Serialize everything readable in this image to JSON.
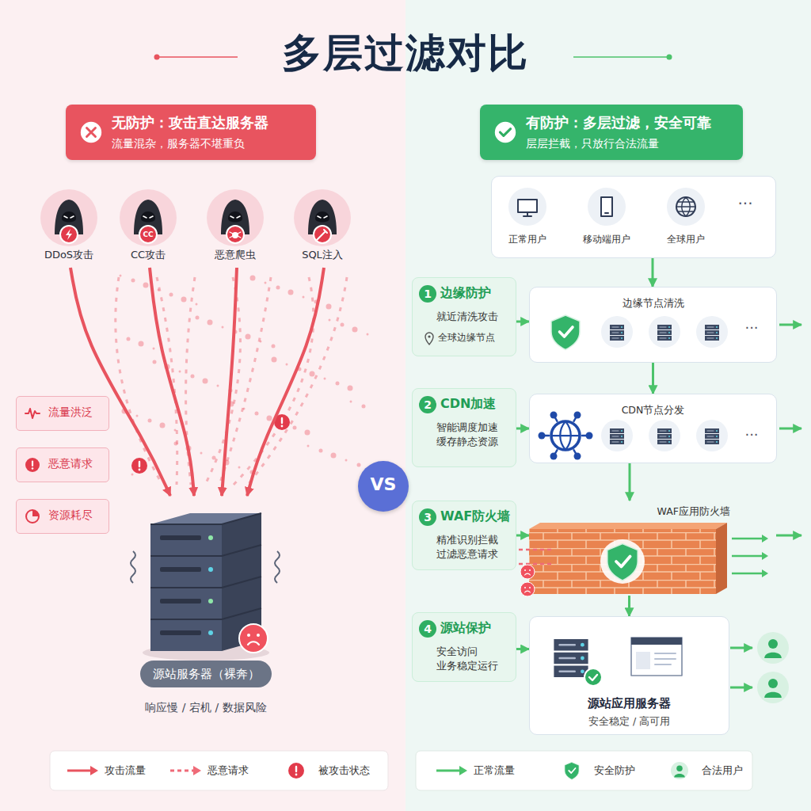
{
  "diagram": {
    "title": "多层过滤对比",
    "nodes": [
      {
        "text": [
          "无防护：攻击直达服务器",
          "流量混杂，服务器不堪重负"
        ]
      },
      {
        "text": [
          "DDoS攻击"
        ]
      },
      {
        "text": [
          "CC攻击"
        ]
      },
      {
        "text": [
          "恶意爬虫"
        ]
      },
      {
        "text": [
          "SQL注入"
        ]
      },
      {
        "text": [
          "流量洪泛"
        ]
      },
      {
        "text": [
          "恶意请求"
        ]
      },
      {
        "text": [
          "资源耗尽"
        ]
      },
      {
        "text": [
          "源站服务器（裸奔）"
        ]
      },
      {
        "text": [
          "VS"
        ]
      },
      {
        "text": [
          "有防护：多层过滤，安全可靠",
          "层层拦截，只放行合法流量"
        ]
      },
      {
        "text": [
          "正常用户",
          "移动端用户",
          "全球用户",
          "···"
        ]
      },
      {
        "text": [
          "1",
          "边缘防护",
          "就近清洗攻击",
          "全球边缘节点"
        ]
      },
      {
        "text": [
          "边缘节点清洗",
          "···"
        ]
      },
      {
        "text": [
          "2",
          "CDN加速",
          "智能调度加速 缓存静态资源"
        ]
      },
      {
        "text": [
          "CDN节点分发",
          "···"
        ]
      },
      {
        "text": [
          "3",
          "WAF防火墙",
          "精准识别拦截 过滤恶意请求"
        ]
      },
      {
        "text": [
          "WAF应用防火墙"
        ]
      },
      {
        "text": [
          "4",
          "源站保护",
          "安全访问 业务稳定运行"
        ]
      },
      {
        "text": [
          "源站应用服务器",
          "安全稳定 / 高可用"
        ]
      }
    ],
    "edges": [
      {
        "from": 1,
        "to": 8,
        "arrow": "to"
      },
      {
        "from": 2,
        "to": 8,
        "arrow": "to"
      },
      {
        "from": 3,
        "to": 8,
        "arrow": "to"
      },
      {
        "from": 4,
        "to": 8,
        "arrow": "to"
      },
      {
        "from": 11,
        "to": 13,
        "arrow": "to"
      },
      {
        "from": 13,
        "to": 15,
        "arrow": "to"
      },
      {
        "from": 15,
        "to": 17,
        "arrow": "to"
      },
      {
        "from": 17,
        "to": 19,
        "arrow": "to"
      },
      {
        "from": 12,
        "to": 13,
        "arrow": "to"
      },
      {
        "from": 14,
        "to": 15,
        "arrow": "to"
      },
      {
        "from": 16,
        "to": 17,
        "arrow": "to"
      },
      {
        "from": 18,
        "to": 19,
        "arrow": "to"
      }
    ],
    "labels": [
      "CC",
      "响应慢 / 宕机 / 数据风险"
    ],
    "legend": [
      {
        "text": "攻击流量"
      },
      {
        "text": "恶意请求"
      },
      {
        "text": "被攻击状态"
      },
      {
        "text": "正常流量"
      },
      {
        "text": "安全防护"
      },
      {
        "text": "合法用户"
      }
    ]
  }
}
